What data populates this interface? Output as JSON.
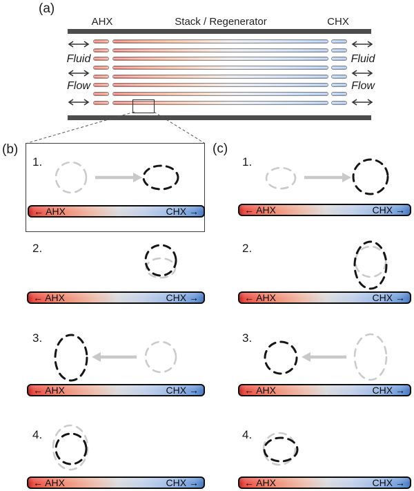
{
  "figure": {
    "panel_a": {
      "label": "(a)",
      "ahx": "AHX",
      "stack": "Stack / Regenerator",
      "chx": "CHX",
      "fluid": "Fluid",
      "flow": "Flow"
    },
    "panel_b": {
      "label": "(b)"
    },
    "panel_c": {
      "label": "(c)"
    },
    "step_numbers": [
      "1.",
      "2.",
      "3.",
      "4."
    ],
    "bar": {
      "left": "← AHX",
      "right": "CHX →"
    },
    "colors": {
      "hot": "#d93b33",
      "cold": "#5584c8",
      "plate": "#4d4d4d",
      "ghost": "#cbcbcb",
      "ink": "#151515"
    }
  }
}
